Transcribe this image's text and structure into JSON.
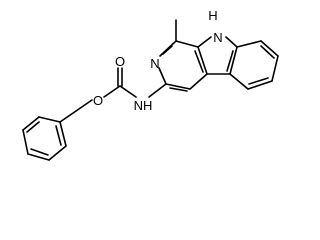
{
  "molecule": {
    "atoms": {
      "indole_nh": "N",
      "indole_h": "H",
      "pyridine_n": "N",
      "carbamate_nh": "NH",
      "carbonyl_o": "O",
      "ester_o": "O"
    }
  }
}
